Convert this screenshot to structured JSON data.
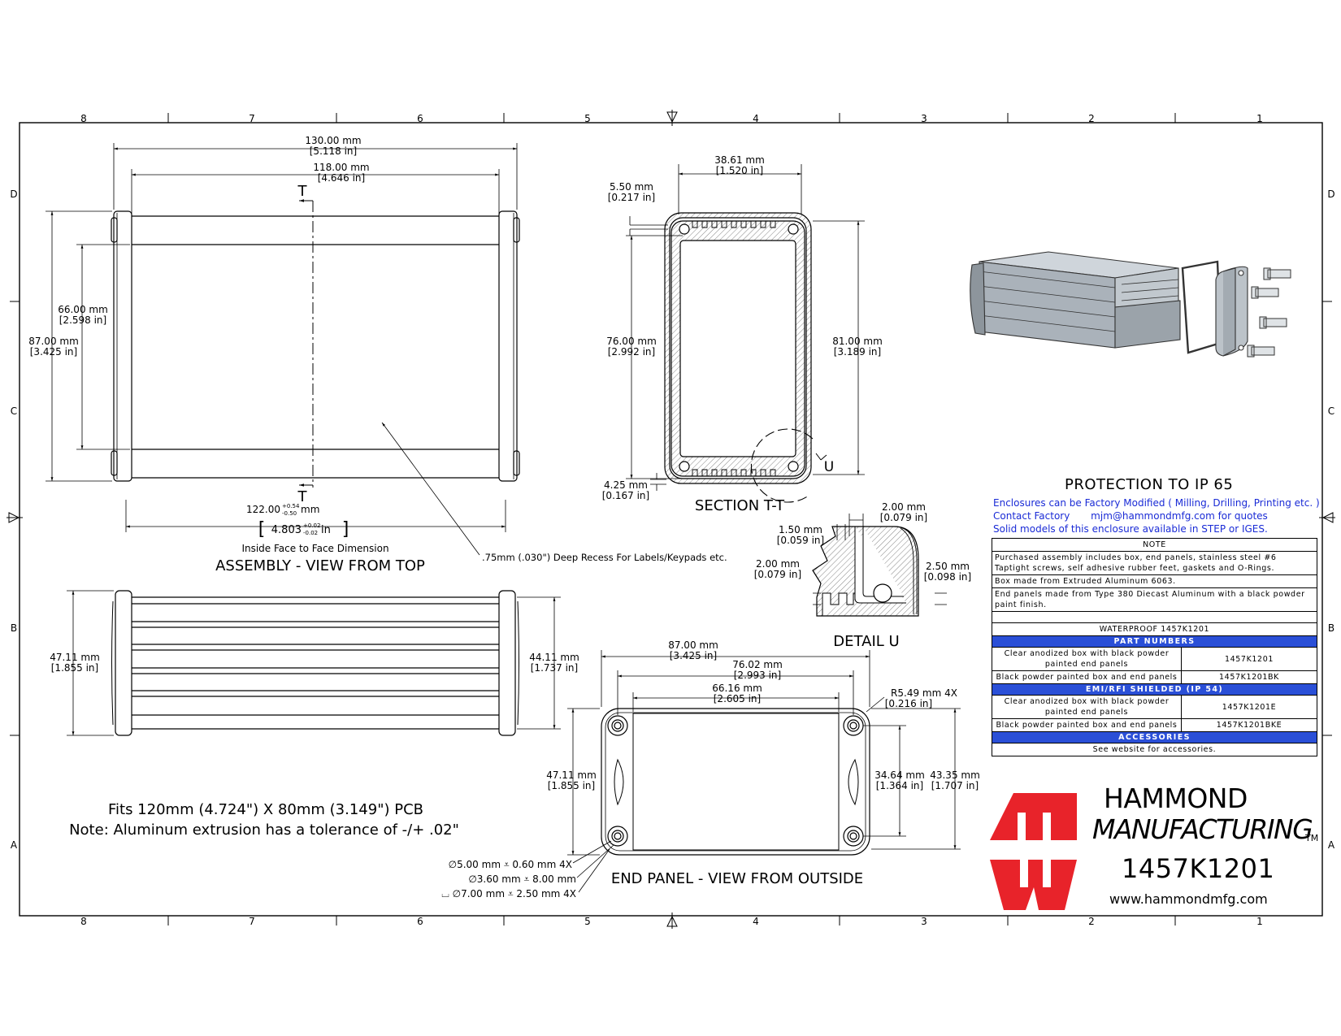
{
  "border": {
    "top_zones": [
      "8",
      "7",
      "6",
      "5",
      "4",
      "3",
      "2",
      "1"
    ],
    "bottom_zones": [
      "8",
      "7",
      "6",
      "5",
      "4",
      "3",
      "2",
      "1"
    ],
    "side_rows": [
      "D",
      "C",
      "B",
      "A"
    ]
  },
  "assembly_top": {
    "overall_mm": "130.00 mm",
    "overall_in": "[5.118 in]",
    "inner_mm": "118.00 mm",
    "inner_in": "[4.646 in]",
    "height_mm": "87.00 mm",
    "height_in": "[3.425 in]",
    "inner_h_mm": "66.00 mm",
    "inner_h_in": "[2.598 in]",
    "section_letter": "T",
    "ff_value": "122.00",
    "ff_tol_plus": "+0.54",
    "ff_tol_minus": "-0.50",
    "ff_unit": "mm",
    "ff_in_value": "4.803",
    "ff_in_tol_plus": "+0.02",
    "ff_in_tol_minus": "-0.02",
    "ff_in_unit": "in",
    "ff_caption": "Inside Face to Face Dimension",
    "title": "ASSEMBLY - VIEW FROM TOP",
    "recess_note": ".75mm (.030\") Deep Recess For Labels/Keypads etc."
  },
  "section": {
    "width_mm": "38.61 mm",
    "width_in": "[1.520 in]",
    "wall_mm": "5.50 mm",
    "wall_in": "[0.217 in]",
    "inner_h_mm": "76.00 mm",
    "inner_h_in": "[2.992 in]",
    "outer_h_mm": "81.00 mm",
    "outer_h_in": "[3.189 in]",
    "bottom_mm": "4.25 mm",
    "bottom_in": "[0.167 in]",
    "detail_letter": "U",
    "title": "SECTION  T-T"
  },
  "detail": {
    "d1_mm": "2.00 mm",
    "d1_in": "[0.079 in]",
    "d2_mm": "1.50 mm",
    "d2_in": "[0.059 in]",
    "d3_mm": "2.00 mm",
    "d3_in": "[0.079 in]",
    "d4_mm": "2.50 mm",
    "d4_in": "[0.098 in]",
    "title": "DETAIL  U"
  },
  "side_view": {
    "left_mm": "47.11 mm",
    "left_in": "[1.855 in]",
    "right_mm": "44.11 mm",
    "right_in": "[1.737 in]"
  },
  "end_panel": {
    "w1_mm": "87.00 mm",
    "w1_in": "[3.425 in]",
    "w2_mm": "76.02 mm",
    "w2_in": "[2.993 in]",
    "w3_mm": "66.16 mm",
    "w3_in": "[2.605 in]",
    "radius": "R5.49 mm 4X",
    "radius_in": "[0.216 in]",
    "h_left_mm": "47.11 mm",
    "h_left_in": "[1.855 in]",
    "h_in_mm": "34.64 mm",
    "h_in_in": "[1.364 in]",
    "h_out_mm": "43.35 mm",
    "h_out_in": "[1.707 in]",
    "hole1": "∅5.00 mm ⩡ 0.60 mm 4X",
    "hole2": "∅3.60 mm ⩡ 8.00 mm",
    "hole3": "⌴ ∅7.00 mm ⩡ 2.50 mm 4X",
    "title": "END PANEL - VIEW FROM OUTSIDE"
  },
  "notes_left": {
    "pcb": "Fits 120mm (4.724\") X 80mm (3.149\") PCB",
    "tolerance": "Note: Aluminum extrusion has a tolerance of -/+ .02\""
  },
  "info": {
    "ip_title": "PROTECTION TO IP 65",
    "line1": "Enclosures can be Factory Modified ( Milling, Drilling, Printing etc. )",
    "line2_a": "Contact Factory",
    "line2_b": "mjm@hammondmfg.com for quotes",
    "line3": "Solid models of this enclosure available in STEP or IGES."
  },
  "table": {
    "note_header": "NOTE",
    "note1": "Purchased assembly includes box, end panels, stainless steel #6 Taptight screws, self adhesive rubber feet, gaskets and O-Rings.",
    "note2": "Box made from Extruded Aluminum 6063.",
    "note3": "End panels made from Type 380 Diecast Aluminum with a black powder paint finish.",
    "waterproof": "WATERPROOF 1457K1201",
    "part_numbers": "PART NUMBERS",
    "rows_a": [
      {
        "desc": "Clear anodized box with black powder painted end panels",
        "pn": "1457K1201"
      },
      {
        "desc": "Black powder painted box and end panels",
        "pn": "1457K1201BK"
      }
    ],
    "emi": "EMI/RFI SHIELDED (IP 54)",
    "rows_b": [
      {
        "desc": "Clear anodized box with black powder painted end panels",
        "pn": "1457K1201E"
      },
      {
        "desc": "Black powder painted box and end panels",
        "pn": "1457K1201BKE"
      }
    ],
    "accessories": "ACCESSORIES",
    "accessories_note": "See website for accessories."
  },
  "brand": {
    "line1": "HAMMOND",
    "line2": "MANUFACTURING",
    "tm": "TM",
    "part": "1457K1201",
    "website": "www.hammondmfg.com",
    "logo_color": "#e8232a"
  },
  "colors": {
    "accent_band": "#2a4fd7",
    "info_text": "#1a2bd6"
  }
}
